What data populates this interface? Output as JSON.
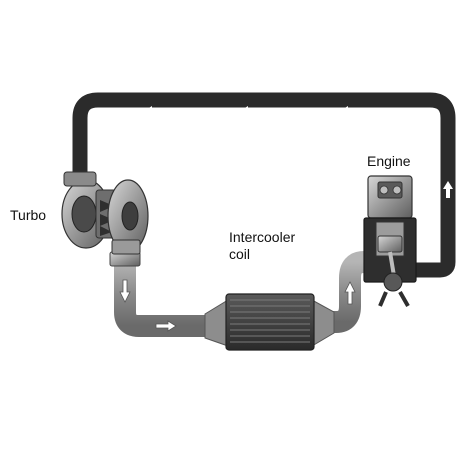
{
  "labels": {
    "turbo": "Turbo",
    "intercooler_line1": "Intercooler",
    "intercooler_line2": "coil",
    "engine": "Engine"
  },
  "colors": {
    "exhaust_pipe": "#2b2b2b",
    "intake_pipe": "#8f8f8f",
    "arrow": "#ffffff",
    "intercooler_body": "#3a3a3a"
  },
  "icons": [
    "turbocharger-icon",
    "intercooler-icon",
    "engine-cylinder-icon",
    "flow-arrow-icon"
  ]
}
